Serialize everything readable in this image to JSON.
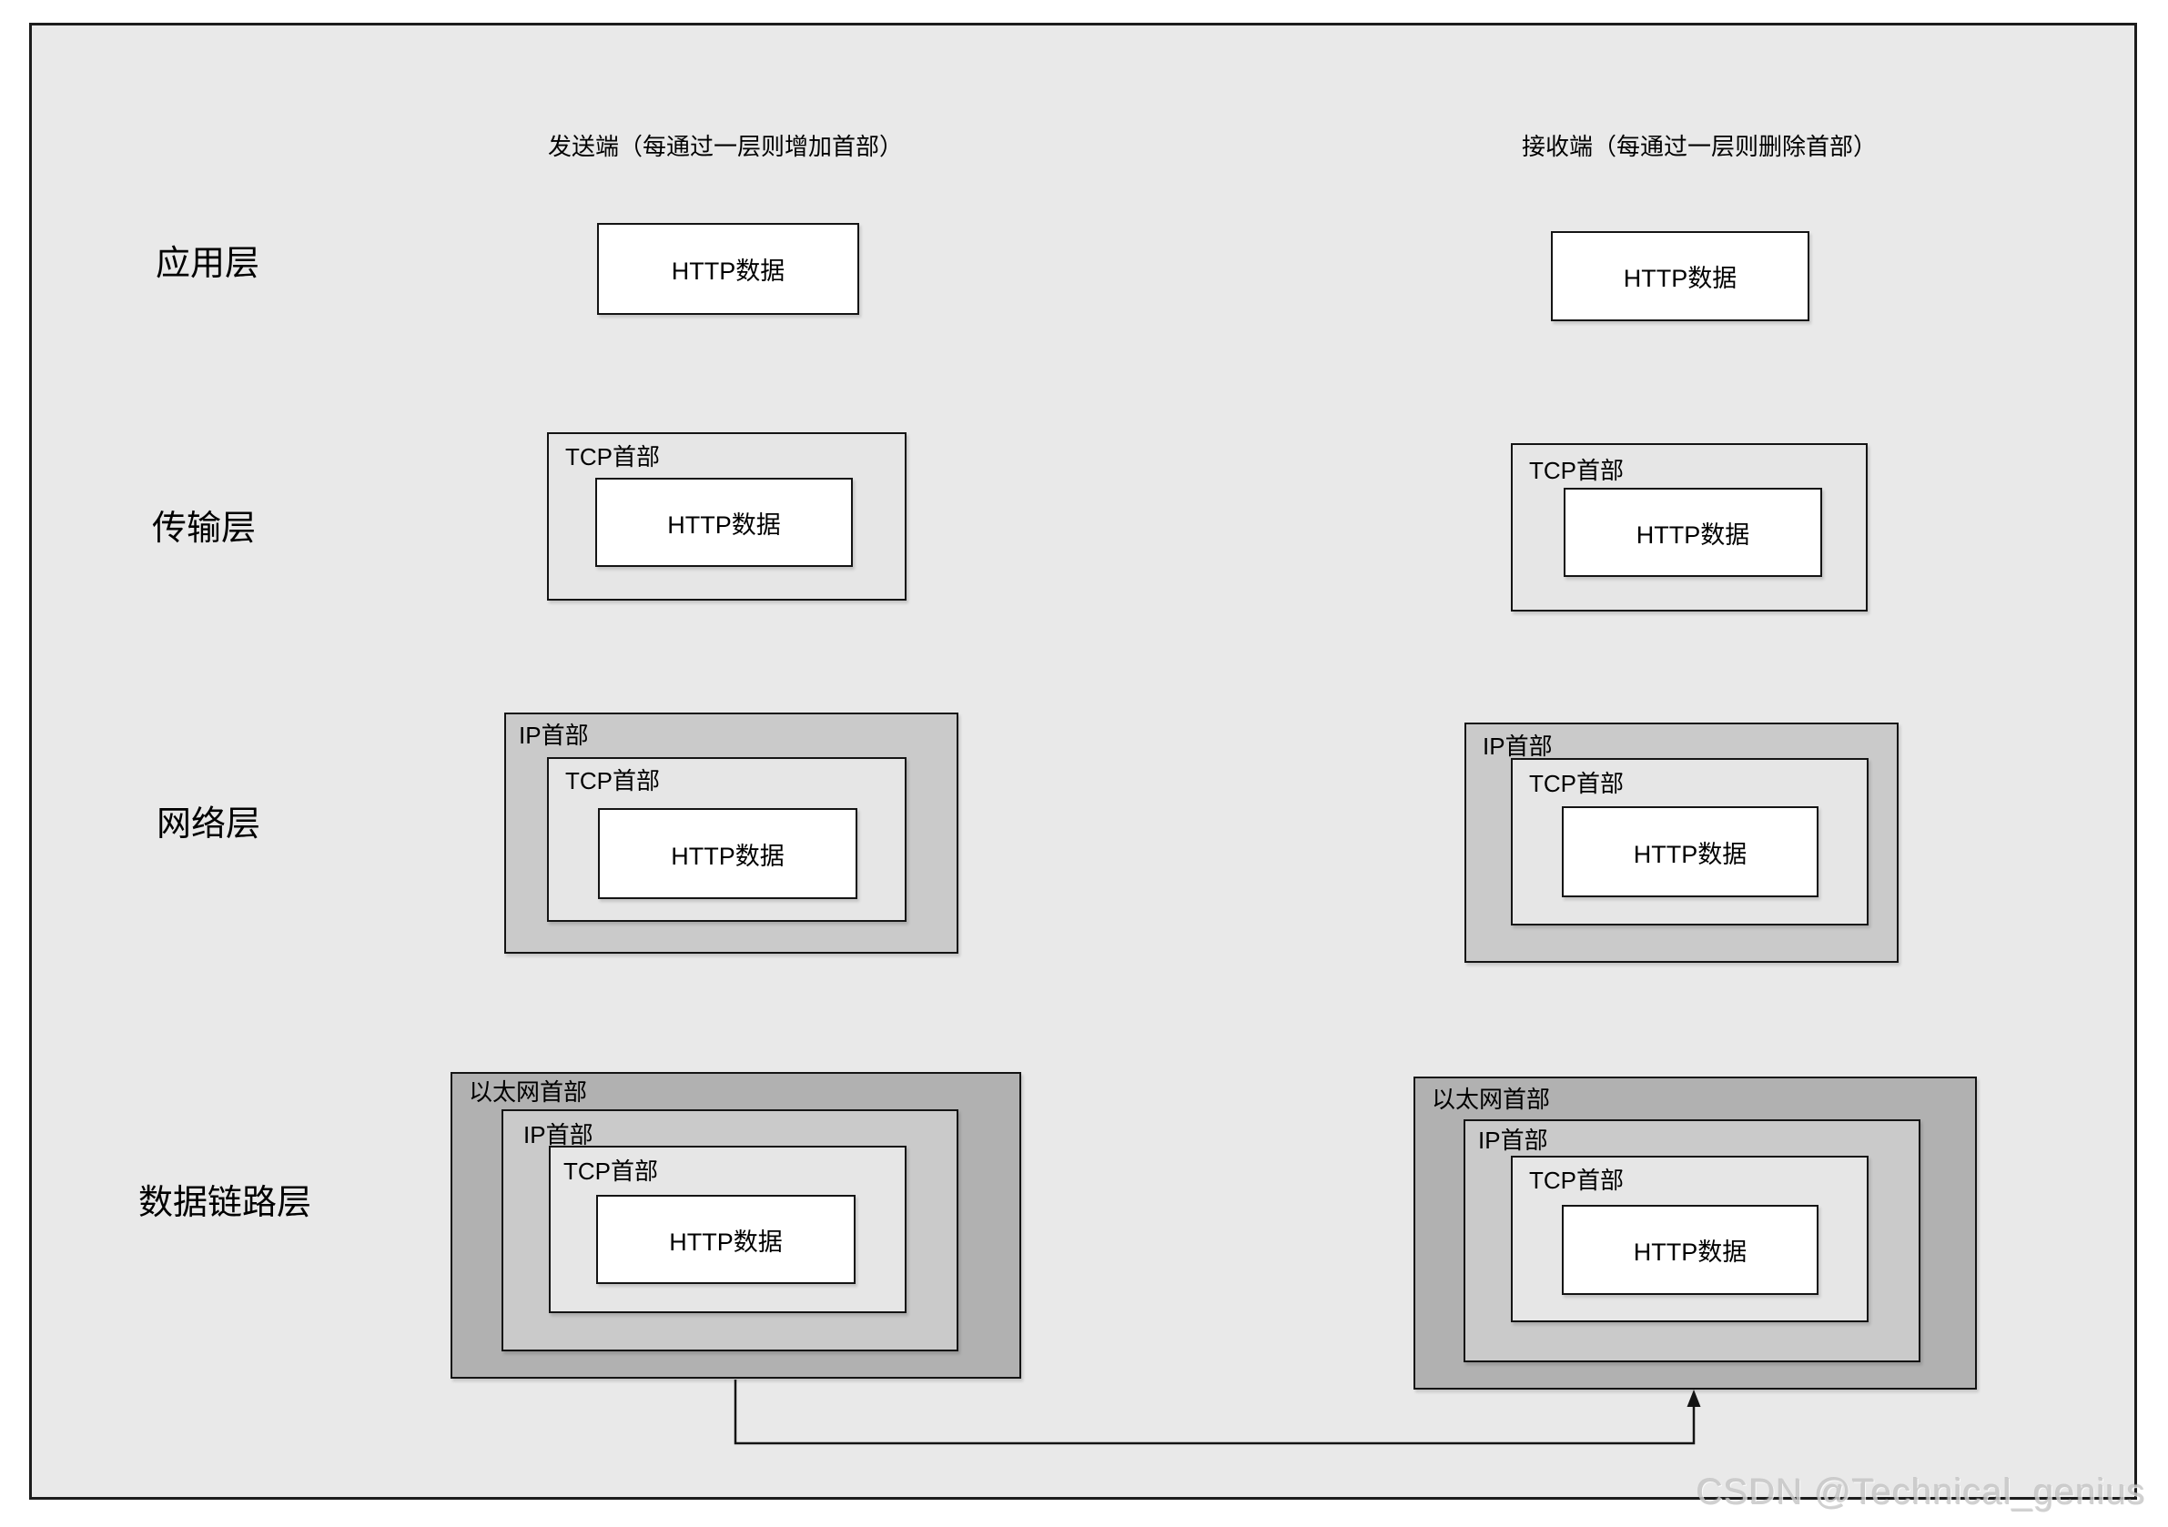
{
  "sender": {
    "title": "发送端（每通过一层则增加首部）"
  },
  "receiver": {
    "title": "接收端（每通过一层则删除首部）"
  },
  "layers": {
    "application": "应用层",
    "transport": "传输层",
    "network": "网络层",
    "datalink": "数据链路层"
  },
  "labels": {
    "http": "HTTP数据",
    "tcp": "TCP首部",
    "ip": "IP首部",
    "ethernet": "以太网首部"
  },
  "watermark": "CSDN @Technical_genius",
  "colors": {
    "canvas": "#ffffff",
    "frame_bg": "#e9e9e9",
    "frame_border": "#1c1c1c",
    "box_border": "#141414",
    "ethernet_fill": "#b1b1b1",
    "ip_fill": "#cacaca",
    "tcp_fill": "#e6e6e6",
    "http_fill": "#ffffff",
    "text": "#000000",
    "watermark": "#c8c8c8"
  }
}
